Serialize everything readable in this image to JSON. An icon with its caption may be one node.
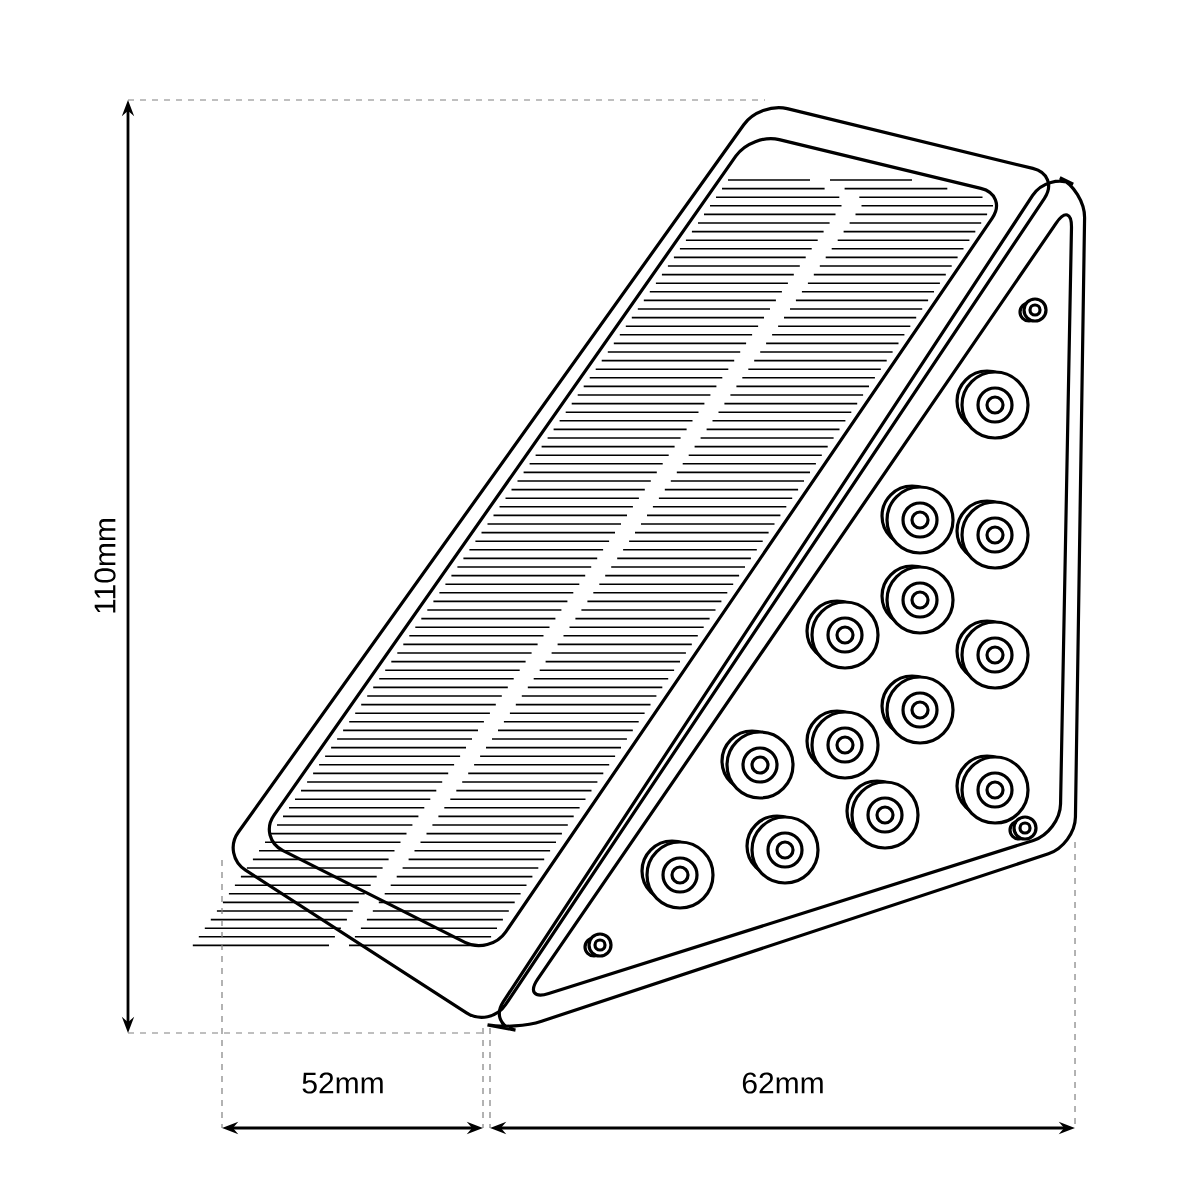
{
  "diagram": {
    "labels": [
      "110mm",
      "52mm",
      "62mm"
    ]
  }
}
